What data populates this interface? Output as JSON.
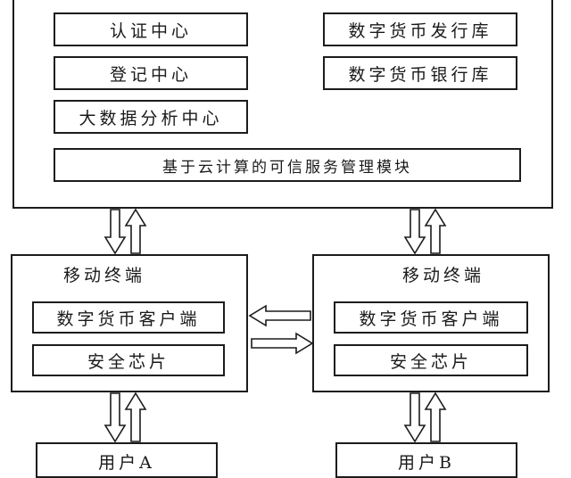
{
  "platform": {
    "modules_left": [
      "认证中心",
      "登记中心",
      "大数据分析中心"
    ],
    "modules_right": [
      "数字货币发行库",
      "数字货币银行库"
    ],
    "cloud_module": "基于云计算的可信服务管理模块"
  },
  "terminal_a": {
    "title": "移动终端",
    "client": "数字货币客户端",
    "chip": "安全芯片"
  },
  "terminal_b": {
    "title": "移动终端",
    "client": "数字货币客户端",
    "chip": "安全芯片"
  },
  "user_a": "用户A",
  "user_b": "用户B"
}
